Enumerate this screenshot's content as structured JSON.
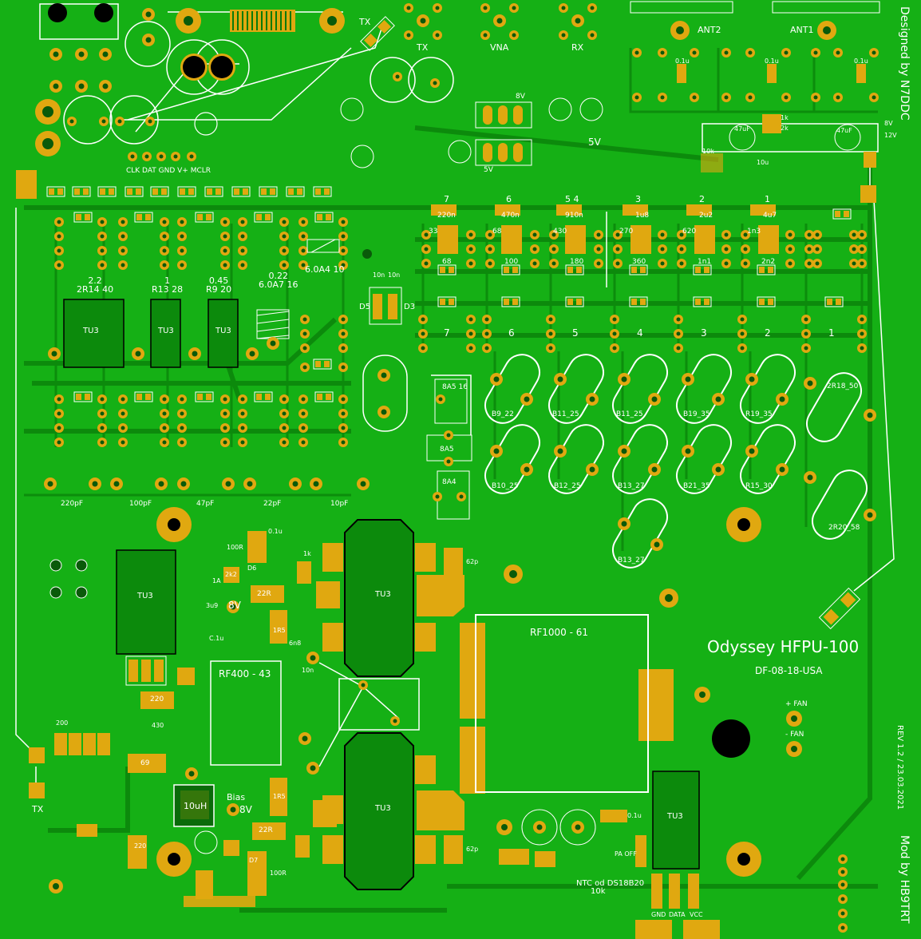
{
  "board": {
    "title": "Odyssey HFPU-100",
    "doc_number": "DF-08-18-USA",
    "revision": "REV 1.2 / 23.03.2021",
    "designer": "Designed by N7DDC",
    "modder": "Mod by HB9TRT"
  },
  "connectors": {
    "tx_top": "TX",
    "tx_port": "TX",
    "vna_port": "VNA",
    "rx_port": "RX",
    "ant2": "ANT2",
    "ant1": "ANT1",
    "tx_left": "TX",
    "prog_header": "CLK DAT GND V+ MCLR",
    "fan_plus": "+ FAN",
    "fan_minus": "- FAN",
    "pa_off": "PA OFF",
    "gnd": "GND",
    "data": "DATA",
    "vcc": "VCC",
    "rail_8v_top": "8V",
    "rail_12v_top": "12V",
    "rail_8v_b": "8V",
    "rail_5v_b": "5V",
    "rail_5v": "5V",
    "rail_8v_mid": "8V",
    "rail_8v_bias": "8V",
    "bias": "Bias"
  },
  "tuner": {
    "inductors": [
      "2.2\n2R14 40",
      "1\nR13 28",
      "0.45\nR9 20",
      "0.22\n6.0A7 16",
      "6.0A4 10"
    ],
    "tu3_label": "TU3",
    "caps_bottom": [
      "220pF",
      "100pF",
      "47pF",
      "22pF",
      "10pF"
    ]
  },
  "lpf": {
    "band_numbers": [
      "7",
      "6",
      "5 4",
      "3",
      "2",
      "1"
    ],
    "band_caps": [
      "220n",
      "470n",
      "910n",
      "1u8",
      "2u2",
      "4u7"
    ],
    "band_res_top": [
      "33",
      "68",
      "430",
      "270",
      "620",
      "1n3"
    ],
    "band_res_bot": [
      "68",
      "100",
      "180",
      "360",
      "1n1",
      "2n2"
    ],
    "section_numbers": [
      "7",
      "6",
      "5",
      "4",
      "3",
      "2",
      "1"
    ],
    "cores": [
      "B9_22",
      "B11_25",
      "B11_25",
      "B19_35",
      "R19_35",
      "2R18_50",
      "B10_25",
      "B12_25",
      "B13_27",
      "B21_35",
      "R15_30",
      "2R20_58",
      "B13_27"
    ],
    "diodes": [
      "D5",
      "D3"
    ],
    "small_cores": [
      "8A5 16",
      "8A5",
      "8A4"
    ],
    "caps": [
      "10n",
      "10n",
      "0.1u",
      "1k",
      "2k",
      "47uF",
      "47uF",
      "10k",
      "10u"
    ]
  },
  "pa": {
    "driver": "RF400 - 43",
    "final": "RF1000 - 61",
    "choke": "10uH",
    "values": [
      "100R",
      "100R",
      "0.1u",
      "1A",
      "2k2",
      "22R",
      "1R5",
      "6n8",
      "3u9",
      "62p",
      "62p",
      "69",
      "220",
      "430",
      "200",
      "1k",
      "10n",
      "C.1u",
      "D6",
      "D7",
      "220",
      "ntc"
    ],
    "ntc_label": "NTC od DS18B20",
    "ntc_value": "10k",
    "cap_small": "0.1u"
  },
  "colors": {
    "board": "#15b015",
    "trace": "#0c8a0c",
    "pad": "#e0a810",
    "silk": "#ffffff",
    "hole": "#000000"
  }
}
